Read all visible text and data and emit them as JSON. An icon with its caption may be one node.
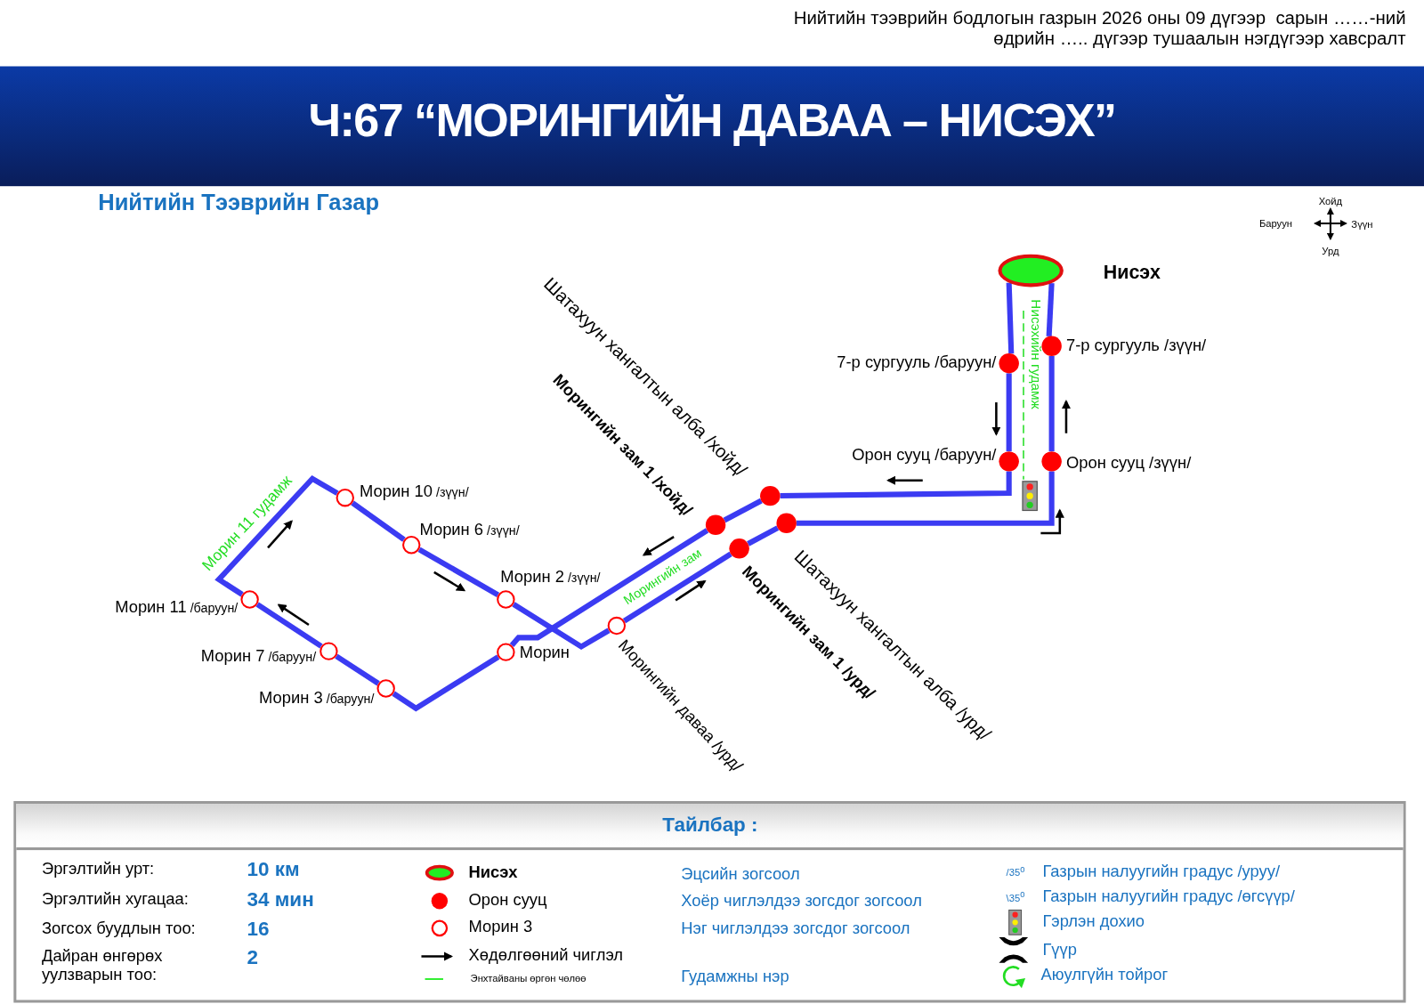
{
  "diagram": {
    "title": "Ч:67 “МОРИНГИЙН ДАВАА – НИСЭХ”",
    "nodes": [
      {
        "text": [],
        "shape": "ellipse",
        "beside": [
          "Нисэх"
        ]
      },
      {
        "text": [],
        "shape": "circle",
        "beside": [
          "7-р сургууль /баруун/"
        ]
      },
      {
        "text": [],
        "shape": "circle",
        "beside": [
          "7-р сургууль /зүүн/"
        ]
      },
      {
        "text": [],
        "shape": "circle",
        "beside": [
          "Орон сууц /баруун/"
        ]
      },
      {
        "text": [],
        "shape": "circle",
        "beside": [
          "Орон сууц /зүүн/"
        ]
      },
      {
        "text": [],
        "shape": "circle"
      },
      {
        "text": [],
        "shape": "circle"
      },
      {
        "text": [],
        "shape": "circle"
      },
      {
        "text": [],
        "shape": "circle"
      },
      {
        "text": [],
        "shape": "ring",
        "beside": [
          "Морин 10",
          "/зүүн/"
        ]
      },
      {
        "text": [],
        "shape": "ring",
        "beside": [
          "Морин 6",
          "/зүүн/"
        ]
      },
      {
        "text": [],
        "shape": "ring",
        "beside": [
          "Морин 2",
          "/зүүн/"
        ]
      },
      {
        "text": [],
        "shape": "ring",
        "beside": [
          "Морин 11",
          "/баруун/"
        ]
      },
      {
        "text": [],
        "shape": "ring",
        "beside": [
          "Морин"
        ]
      },
      {
        "text": [],
        "shape": "ring",
        "beside": [
          "Морин 7",
          "/баруун/"
        ]
      },
      {
        "text": [],
        "shape": "ring"
      },
      {
        "text": [],
        "shape": "ring",
        "beside": [
          "Морин 3",
          "/баруун/"
        ]
      }
    ],
    "edges": [
      {
        "from": 0,
        "to": 1,
        "arrow": "none"
      },
      {
        "from": 1,
        "to": 3,
        "arrow": "none"
      },
      {
        "from": 3,
        "to": 5,
        "arrow": "none"
      },
      {
        "from": 5,
        "to": 7,
        "arrow": "none"
      },
      {
        "from": 7,
        "to": 13,
        "arrow": "none"
      },
      {
        "from": 13,
        "to": 16,
        "arrow": "none"
      },
      {
        "from": 16,
        "to": 14,
        "arrow": "none"
      },
      {
        "from": 14,
        "to": 12,
        "arrow": "none"
      },
      {
        "from": 12,
        "to": 9,
        "arrow": "none"
      },
      {
        "from": 9,
        "to": 10,
        "arrow": "none"
      },
      {
        "from": 10,
        "to": 11,
        "arrow": "none"
      },
      {
        "from": 11,
        "to": 15,
        "arrow": "none"
      },
      {
        "from": 15,
        "to": 8,
        "arrow": "none"
      },
      {
        "from": 8,
        "to": 6,
        "arrow": "none"
      },
      {
        "from": 6,
        "to": 4,
        "arrow": "none"
      },
      {
        "from": 4,
        "to": 2,
        "arrow": "none"
      },
      {
        "from": 2,
        "to": 0,
        "arrow": "none"
      }
    ],
    "labels": [
      "Нийтийн тээврийн бодлогын газрын 2026 оны 09 дүгээр  сарын ……-ний өдрийн ….. дүгээр тушаалын нэгдүгээр хавсралт",
      "Нийтийн Тээврийн Газар",
      "Хойд",
      "Баруун",
      "Зүүн",
      "Урд",
      "Шатахуун хангалтын алба /хойд/",
      "Морингийн зам 1 /хойд/",
      "Нисэхийн гудамж",
      "Морин 11 гудамж",
      "Морингийн зам",
      "Морингийн зам 1 /урд/",
      "Шатахуун хангалтын алба /урд/",
      "Морингийн даваа /урд/",
      "Тайлбар :",
      "Эргэлтийн урт:",
      "10 км",
      "Эцсийн зогсоол",
      "/35$^{0}$",
      "Газрын налуугийн градус /уруу/",
      "Эргэлтийн хугацаа:",
      "34 мин",
      "Хоёр чиглэлдээ зогсдог зогсоол",
      "\\35$^{0}$",
      "Газрын налуугийн градус /өгсүүр/",
      "Зогсох буудлын тоо:",
      "16",
      "Нэг чиглэлдээ зогсдог зогсоол",
      "Дайран өнгөрөх уулзварын тоо:",
      "2",
      "Гудамжны нэр"
    ],
    "legend": [
      {
        "text": "Нисэх"
      },
      {
        "text": "Орон сууц"
      },
      {
        "text": "Морин 3"
      },
      {
        "text": "Хөдөлгөөний чиглэл"
      },
      {
        "text": "Энхтайваны өргөн чөлөө"
      },
      {
        "text": "Гэрлэн дохио"
      },
      {
        "text": "Гүүр"
      },
      {
        "text": "Аюулгүйн тойрог"
      }
    ]
  }
}
